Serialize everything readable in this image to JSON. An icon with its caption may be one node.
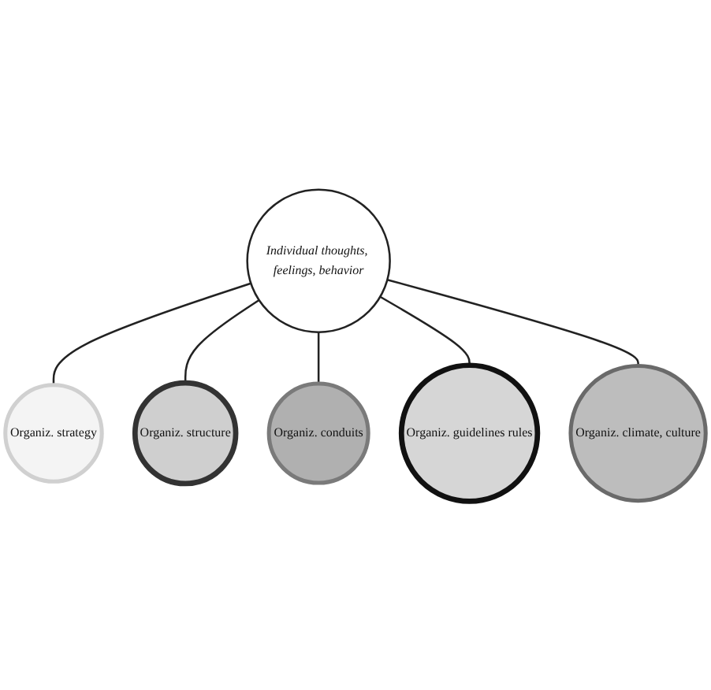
{
  "diagram": {
    "nodes": [
      {
        "text": [
          "Organiz. strategy"
        ]
      },
      {
        "text": [
          "Organiz. climate, culture"
        ]
      },
      {
        "text": [
          "Individual thoughts, feelings, behavior"
        ]
      },
      {
        "text": [
          "Organiz. structure"
        ]
      },
      {
        "text": [
          "Organiz. guidelines rules"
        ]
      },
      {
        "text": [
          "Organiz. conduits"
        ]
      }
    ],
    "edges": [
      {
        "from": 2,
        "to": 0,
        "arrow": "none"
      },
      {
        "from": 2,
        "to": 3,
        "arrow": "none"
      },
      {
        "from": 2,
        "to": 5,
        "arrow": "none"
      },
      {
        "from": 2,
        "to": 4,
        "arrow": "none"
      },
      {
        "from": 2,
        "to": 1,
        "arrow": "none"
      }
    ]
  }
}
